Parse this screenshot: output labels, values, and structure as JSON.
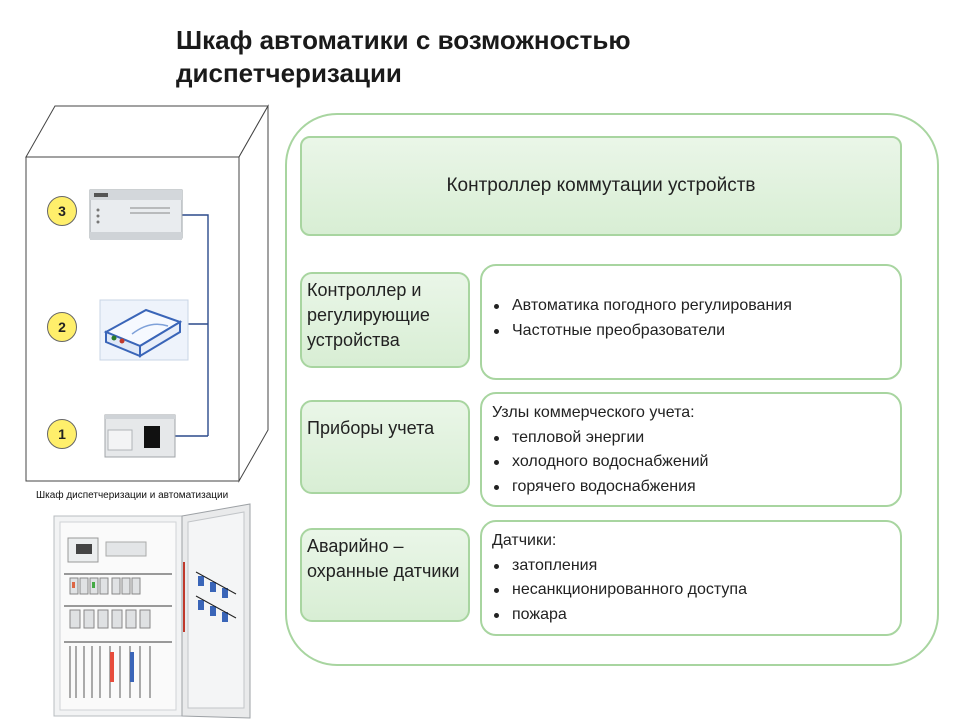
{
  "title": "Шкаф автоматики с возможностью диспетчеризации",
  "cabinet": {
    "caption": "Шкаф диспетчеризации и автоматизации",
    "badges": [
      "3",
      "2",
      "1"
    ]
  },
  "controller": {
    "label": "Контроллер коммутации устройств"
  },
  "rows": [
    {
      "category": "Контроллер и регулирующие устройства",
      "heading": "",
      "items": [
        "Автоматика погодного регулирования",
        "Частотные преобразователи"
      ]
    },
    {
      "category": "Приборы учета",
      "heading": "Узлы коммерческого учета:",
      "items": [
        "тепловой энергии",
        "холодного водоснабжений",
        "горячего водоснабжения"
      ]
    },
    {
      "category": "Аварийно – охранные датчики",
      "heading": "Датчики:",
      "items": [
        "затопления",
        "несанкционированного доступа",
        "пожара"
      ]
    }
  ],
  "colors": {
    "frame_green": "#a8d5a0",
    "box_fill": "#dcefd8",
    "badge_yellow": "#ffef6b"
  }
}
